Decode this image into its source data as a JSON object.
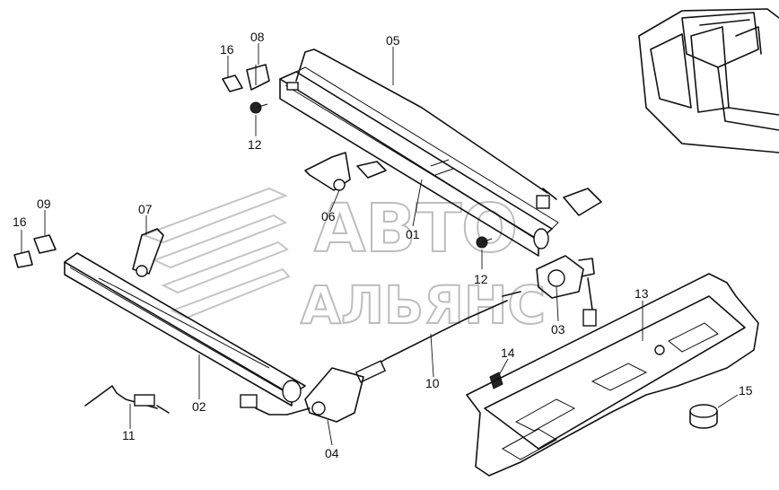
{
  "watermark": {
    "line1": "АВТО",
    "line2": "АЛЬЯНС"
  },
  "parts": [
    {
      "label": "01"
    },
    {
      "label": "02"
    },
    {
      "label": "03"
    },
    {
      "label": "04"
    },
    {
      "label": "05"
    },
    {
      "label": "06"
    },
    {
      "label": "07"
    },
    {
      "label": "08"
    },
    {
      "label": "09"
    },
    {
      "label": "10"
    },
    {
      "label": "11"
    },
    {
      "label": "12"
    },
    {
      "label": "12"
    },
    {
      "label": "13"
    },
    {
      "label": "14"
    },
    {
      "label": "15"
    },
    {
      "label": "16"
    },
    {
      "label": "16"
    }
  ]
}
